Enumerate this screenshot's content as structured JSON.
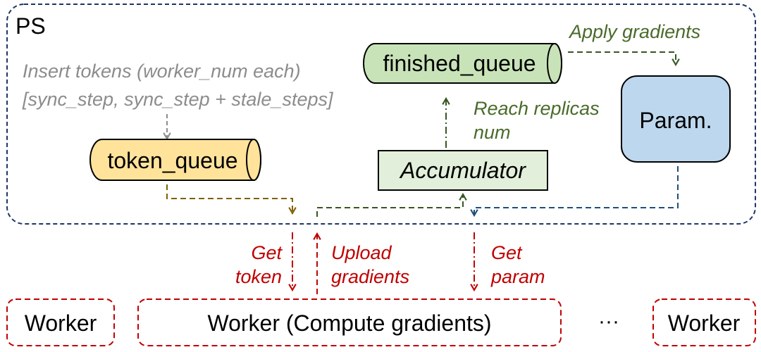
{
  "ps": {
    "label": "PS"
  },
  "insert_tokens": {
    "line1": "Insert tokens (worker_num each)",
    "line2": "[sync_step, sync_step + stale_steps]"
  },
  "token_queue": {
    "label": "token_queue"
  },
  "finished_queue": {
    "label": "finished_queue"
  },
  "accumulator": {
    "label": "Accumulator"
  },
  "param": {
    "label": "Param."
  },
  "apply_gradients": {
    "label": "Apply gradients"
  },
  "reach_replicas": {
    "line1": "Reach replicas",
    "line2": "num"
  },
  "get_token": {
    "line1": "Get",
    "line2": "token"
  },
  "upload_gradients": {
    "line1": "Upload",
    "line2": "gradients"
  },
  "get_param": {
    "line1": "Get",
    "line2": "param"
  },
  "workers": {
    "left": "Worker",
    "main": "Worker (Compute gradients)",
    "ellipsis": "···",
    "right": "Worker"
  },
  "colors": {
    "ps_border": "#1f3566",
    "token_fill": "#ffe39b",
    "finished_fill": "#c9e3b8",
    "accumulator_fill": "#e2efda",
    "param_fill": "#bdd7ee",
    "green_text": "#4a6b2a",
    "gray_text": "#8c8c8c",
    "red": "#c00000",
    "olive": "#7f6000",
    "dark_green": "#375623",
    "blue": "#1f4e79"
  }
}
